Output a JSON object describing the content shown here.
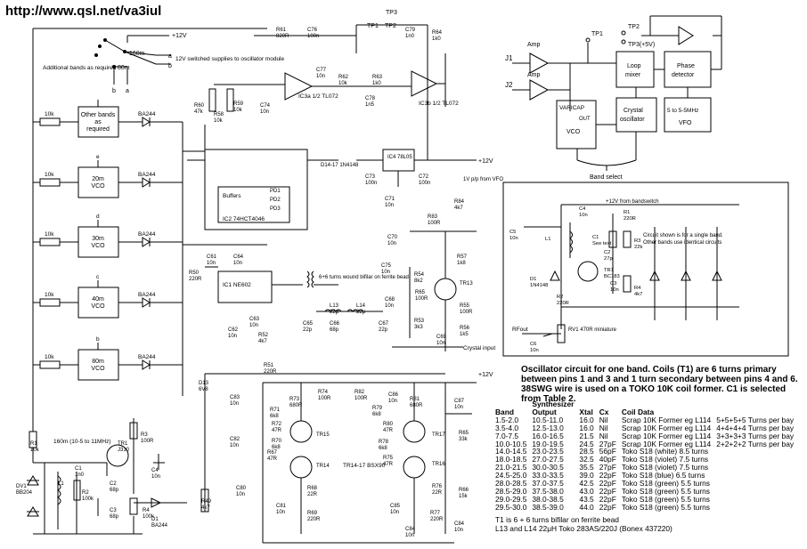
{
  "url": "http://www.qsl.net/va3iul",
  "main_schematic": {
    "vco_blocks": [
      {
        "label": "Other bands as required",
        "switch_label": "",
        "resistor": "10k",
        "diode": "BA244"
      },
      {
        "label": "20m VCO",
        "switch_label": "e",
        "resistor": "10k",
        "diode": "BA244"
      },
      {
        "label": "30m VCO",
        "switch_label": "d",
        "resistor": "10k",
        "diode": "BA244"
      },
      {
        "label": "40m VCO",
        "switch_label": "c",
        "resistor": "10k",
        "diode": "BA244"
      },
      {
        "label": "80m VCO",
        "switch_label": "b",
        "resistor": "10k",
        "diode": "BA244"
      }
    ],
    "supply_12v": "+12V",
    "switch_note": "12V switched supplies to oscillator module",
    "additional_bands": "Additional bands as required",
    "band_160m": "160m",
    "band_80m": "80m",
    "vco160_label": "160m (10-5 to 11MHz)",
    "tp1": "TP1",
    "tp2": "TP2",
    "tp3": "TP3",
    "crystal_input": "Crystal input",
    "vp_label": "1V p/p from VFO",
    "t1_note": "6+6 turns wound bifilar on ferrite bead",
    "ic1": "IC1 NE602",
    "ic2": "IC2 74HCT4046",
    "ic3a": "IC3a 1/2 TL072",
    "ic3b": "IC3b 1/2 TL072",
    "ic4": "IC4 78L05",
    "buffers": "Buffers",
    "pd_labels": [
      "PD1",
      "PD2",
      "PD3"
    ],
    "d14_17": "D14-17 1N4148",
    "tr14_17": "TR14-17 BSX90",
    "component_labels": [
      "R61 820R",
      "C76 100n",
      "C79 1n0",
      "R64 1k0",
      "C77 10n",
      "R62 10k",
      "R63 1k0",
      "C78 1n5",
      "R60 47k",
      "R58 10k",
      "R59 10k",
      "C74 10n",
      "C73 100n",
      "C72 100n",
      "C71 10n",
      "R83 100R",
      "R84 4k7",
      "C70 10n",
      "C75 10n",
      "R57 1k8",
      "R54 8k2",
      "R65 100R",
      "TR13",
      "R55 100R",
      "R53 3k3",
      "R56 1k5",
      "C69 10n",
      "C68 10n",
      "L13 22μ",
      "L14 22μ",
      "C65 22p",
      "C66 68p",
      "C67 22p",
      "C61 10n",
      "C64 10n",
      "R50 220R",
      "C62 10n",
      "C63 10n",
      "R52 4k7",
      "D13 6V8",
      "R51 220R",
      "R74 100R",
      "R82 100R",
      "C83 10n",
      "R73 680R",
      "R81 680R",
      "C86 10n",
      "C87 10n",
      "R71 6k8",
      "R72 47R",
      "R79 6k8",
      "R80 47R",
      "TR15",
      "TR17",
      "R65 33k",
      "R70 6k8",
      "C82 10n",
      "R67 47R",
      "TR14",
      "R78 6k8",
      "R75 47R",
      "TR16",
      "C84 10n",
      "R68 22R",
      "R69 220R",
      "R76 22R",
      "R77 220R",
      "C81 10n",
      "C85 10n",
      "R66 15k",
      "C80 10n",
      "R49 4k7",
      "C84 10n",
      "R1 10k",
      "C1 1n0",
      "TR1 J310",
      "R3 100R",
      "C4 10n",
      "C2 68p",
      "C3 68p",
      "R2 100k",
      "R4 100k",
      "D1 BA244",
      "DV1 BB204",
      "L1"
    ]
  },
  "block_diagram": {
    "amp1": "Amp",
    "amp2": "Amp",
    "j1": "J1",
    "j2": "J2",
    "tp1": "TP1",
    "tp2": "TP2",
    "tp3": "TP3(+5V)",
    "loop_mixer": "Loop mixer",
    "phase_detector": "Phase detector",
    "varicap": "VARICAP",
    "out": "OUT",
    "vco": "VCO",
    "crystal_osc": "Crystal oscillator",
    "vfo_range": "5 to 5-5MHz",
    "vfo": "VFO",
    "band_select": "Band select"
  },
  "osc_inset": {
    "bandswitch": "+12V from bandswitch",
    "note": "Circuit shown is for a single band. Other bands use identical circuits",
    "rf_out": "RFout",
    "rv1": "RV1 470R miniature",
    "labels": [
      "C4 10n",
      "R1 220R",
      "C5 10n",
      "L1",
      "C1 See text",
      "R3 22k",
      "C2 27p",
      "TR1 BC183",
      "D1 1N4148",
      "C3 10n",
      "R2 220R",
      "R4 4k7",
      "C6 10n"
    ]
  },
  "caption": "Oscillator circuit for one band. Coils (T1) are 6 turns primary between pins 1 and 3 and 1 turn secondary between pins 4 and 6. 38SWG wire is used on a TOKO 10K coil former. C1 is selected from Table 2.",
  "table": {
    "group_header": "Synthesizer",
    "headers": [
      "Band",
      "Output",
      "Xtal",
      "Cx",
      "Coil Data"
    ],
    "rows": [
      [
        "1.5-2.0",
        "10.5-11.0",
        "16.0",
        "Nil",
        "Scrap 10K Former eg L114",
        "5+5+5+5 Turns per bay"
      ],
      [
        "3.5-4.0",
        "12.5-13.0",
        "16.0",
        "Nil",
        "Scrap 10K Former eg L114",
        "4+4+4+4 Turns per bay"
      ],
      [
        "7.0-7.5",
        "16.0-16.5",
        "21.5",
        "Nil",
        "Scrap 10K Former eg L114",
        "3+3+3+3 Turns per bay"
      ],
      [
        "10.0-10.5",
        "19.0-19.5",
        "24.5",
        "27pF",
        "Scrap 10K Former eg L114",
        "2+2+2+2 Turns per bay"
      ],
      [
        "14.0-14.5",
        "23.0-23.5",
        "28.5",
        "56pF",
        "Toko S18 (white) 8.5 turns",
        ""
      ],
      [
        "18.0-18.5",
        "27.0-27.5",
        "32.5",
        "40pF",
        "Toko S18 (violet) 7.5 turns",
        ""
      ],
      [
        "21.0-21.5",
        "30.0-30.5",
        "35.5",
        "27pF",
        "Toko S18 (violet) 7.5 turns",
        ""
      ],
      [
        "24.5-25.0",
        "33.0-33.5",
        "39.0",
        "22pF",
        "Toko S18 (blue) 6.5 turns",
        ""
      ],
      [
        "28.0-28.5",
        "37.0-37.5",
        "42.5",
        "22pF",
        "Toko S18 (green) 5.5 turns",
        ""
      ],
      [
        "28.5-29.0",
        "37.5-38.0",
        "43.0",
        "22pF",
        "Toko S18 (green) 5.5 turns",
        ""
      ],
      [
        "29.0-29.5",
        "38.0-38.5",
        "43.5",
        "22pF",
        "Toko S18 (green) 5.5 turns",
        ""
      ],
      [
        "29.5-30.0",
        "38.5-39.0",
        "44.0",
        "22pF",
        "Toko S18 (green) 5.5 turns",
        ""
      ]
    ],
    "footnote1": "T1 is 6 + 6 turns bifilar on ferrite bead",
    "footnote2": "L13 and L14 22μH Toko 283AS/220J (Bonex 437220)"
  }
}
